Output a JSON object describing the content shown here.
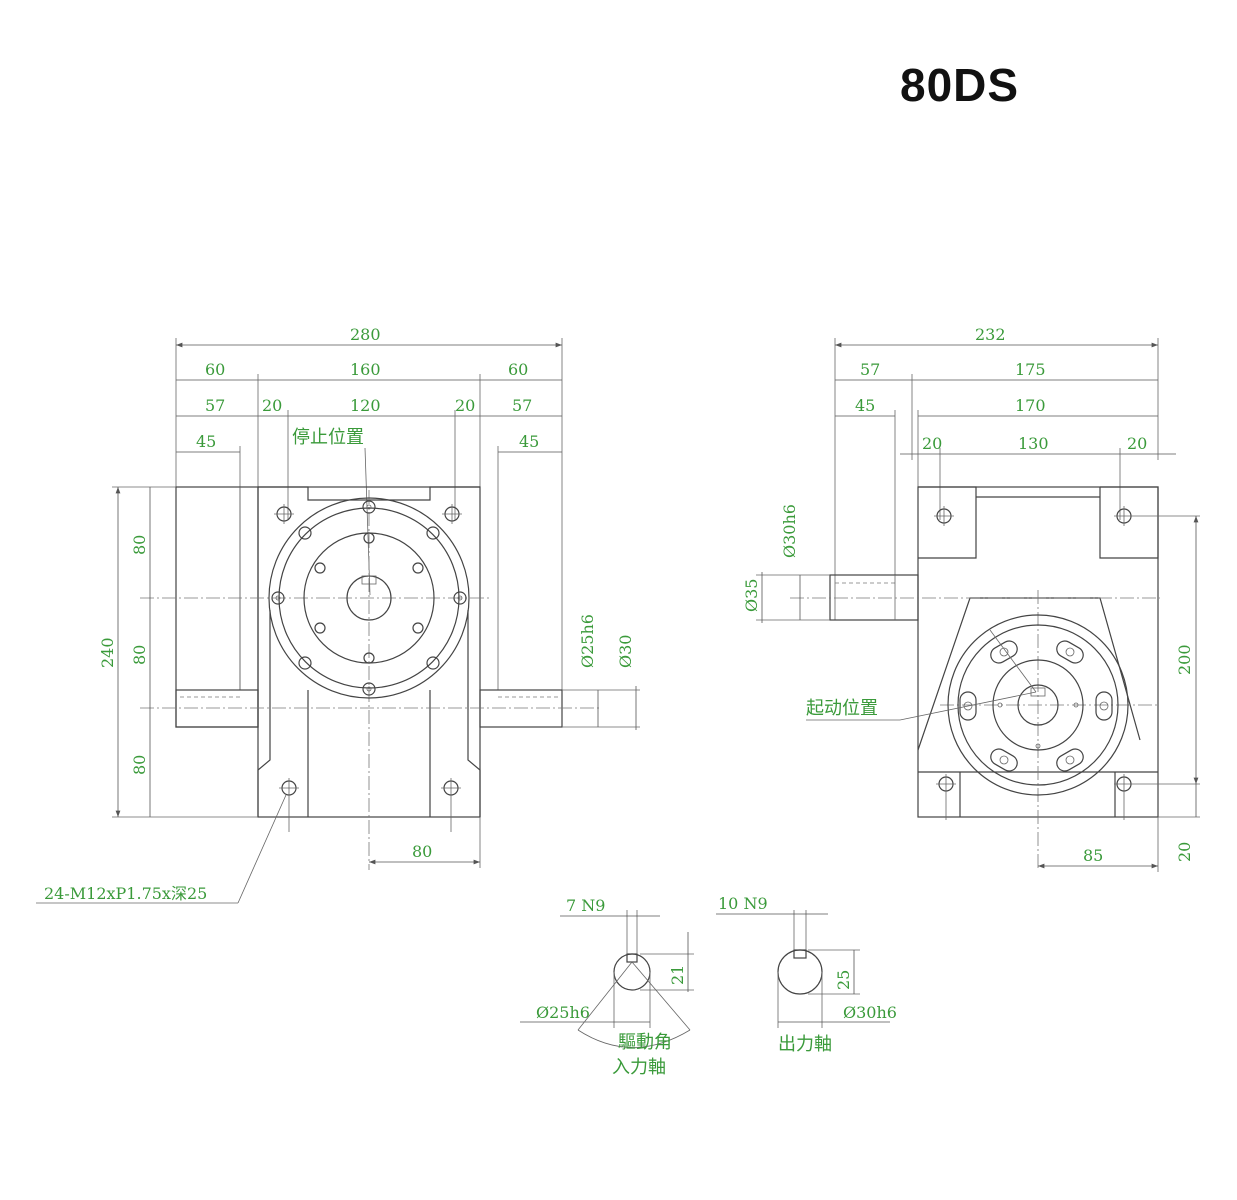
{
  "title": "80DS",
  "colors": {
    "dimension_text": "#3a9a3a",
    "line": "#444444"
  },
  "front_view": {
    "dims_top": [
      "280",
      "60",
      "160",
      "60",
      "57",
      "20",
      "120",
      "20",
      "57",
      "45",
      "45"
    ],
    "dims_left": [
      "240",
      "80",
      "80",
      "80"
    ],
    "dims_right": [
      "Ø25h6",
      "Ø30"
    ],
    "dim_bottom": "80",
    "stop_label": "停止位置",
    "thread_note": "24-M12xP1.75x深25"
  },
  "side_view": {
    "dims_top": [
      "232",
      "57",
      "175",
      "45",
      "170",
      "20",
      "130",
      "20"
    ],
    "dims_left": [
      "Ø30h6",
      "Ø35"
    ],
    "dims_right": [
      "200",
      "20"
    ],
    "dim_bottom": "85",
    "start_label": "起动位置"
  },
  "input_shaft": {
    "key_dim": "7 N9",
    "height_dim": "21",
    "dia_dim": "Ø25h6",
    "label_line1": "驅動角",
    "label_line2": "入力軸"
  },
  "output_shaft": {
    "key_dim": "10 N9",
    "height_dim": "25",
    "dia_dim": "Ø30h6",
    "label": "出力軸"
  }
}
